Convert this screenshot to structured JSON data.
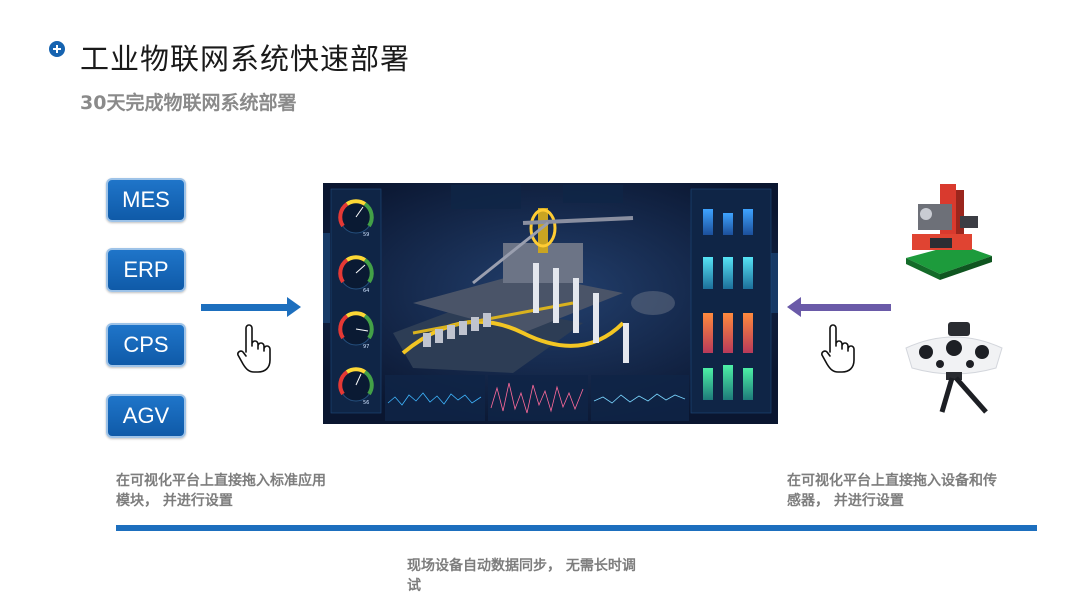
{
  "header": {
    "title": "工业物联网系统快速部署",
    "subtitle": "30天完成物联网系统部署"
  },
  "modules": [
    {
      "label": "MES"
    },
    {
      "label": "ERP"
    },
    {
      "label": "CPS"
    },
    {
      "label": "AGV"
    }
  ],
  "captions": {
    "left_line1": "在可视化平台上直接拖入标准应用",
    "left_line2": "模块， 并进行设置",
    "right_line1": "在可视化平台上直接拖入设备和传",
    "right_line2": "感器， 并进行设置",
    "bottom_line1": "现场设备自动数据同步， 无需长时调",
    "bottom_line2": "试"
  },
  "dashboard": {
    "gauge_values": [
      "59",
      "64",
      "97",
      "56"
    ],
    "colors": {
      "background": "#0c1a33",
      "panel": "#14305a",
      "accent": "#2fb7e6"
    }
  },
  "icons": {
    "title_bullet": "plus-circle-icon",
    "left_hand": "hand-pointer-icon",
    "right_hand": "hand-pointer-icon"
  },
  "colors": {
    "primary": "#1d6fbe",
    "secondary": "#6a5aa8",
    "text_gray": "#7d7d7d"
  }
}
